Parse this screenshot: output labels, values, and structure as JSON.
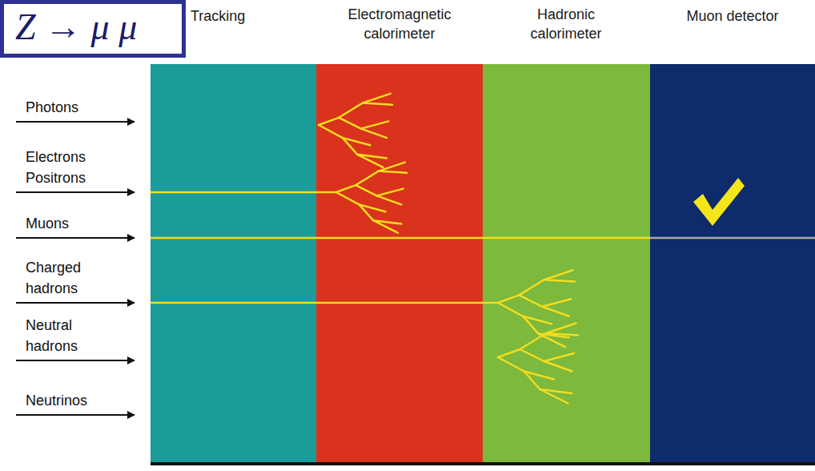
{
  "diagram": {
    "title": "Z → μ μ",
    "nodes": [
      {
        "text": [
          "Tracking"
        ]
      },
      {
        "text": [
          "Electromagnetic calorimeter"
        ]
      },
      {
        "text": [
          "Hadronic calorimeter"
        ]
      },
      {
        "text": [
          "Muon detector"
        ]
      }
    ],
    "labels": [
      "Photons",
      "Electrons Positrons",
      "Muons",
      "Charged hadrons",
      "Neutral hadrons",
      "Neutrinos"
    ]
  }
}
